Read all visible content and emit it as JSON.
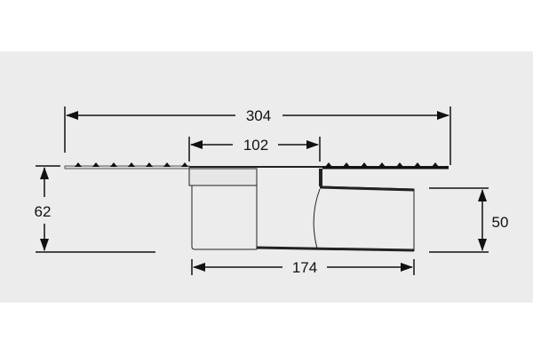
{
  "dimensions": {
    "overall_length": "304",
    "opening_width": "102",
    "overall_height": "62",
    "outlet_height": "50",
    "body_length": "174"
  },
  "colors": {
    "background_band": "#ececec",
    "line": "#111111"
  }
}
